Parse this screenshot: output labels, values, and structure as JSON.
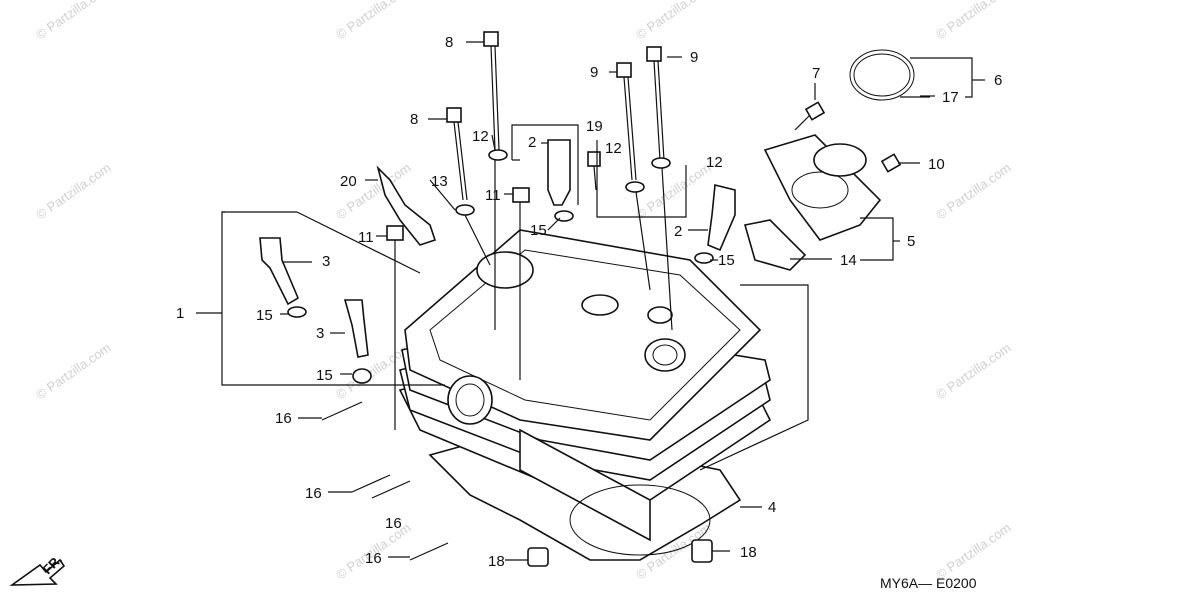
{
  "callouts": {
    "c1": "1",
    "c2a": "2",
    "c2b": "2",
    "c3a": "3",
    "c3b": "3",
    "c4": "4",
    "c5": "5",
    "c6": "6",
    "c7": "7",
    "c8a": "8",
    "c8b": "8",
    "c9a": "9",
    "c9b": "9",
    "c10": "10",
    "c11a": "11",
    "c11b": "11",
    "c12a": "12",
    "c12b": "12",
    "c12c": "12",
    "c13": "13",
    "c14": "14",
    "c15a": "15",
    "c15b": "15",
    "c15c": "15",
    "c15d": "15",
    "c16a": "16",
    "c16b": "16",
    "c16c": "16",
    "c16d": "16",
    "c17": "17",
    "c18a": "18",
    "c18b": "18",
    "c19": "19",
    "c20": "20"
  },
  "diagram_code": "MY6A— E0200",
  "front_label": "FR.",
  "watermark": "© Partzilla.com",
  "colors": {
    "ink": "#111111",
    "watermark": "#d0d0d0"
  }
}
